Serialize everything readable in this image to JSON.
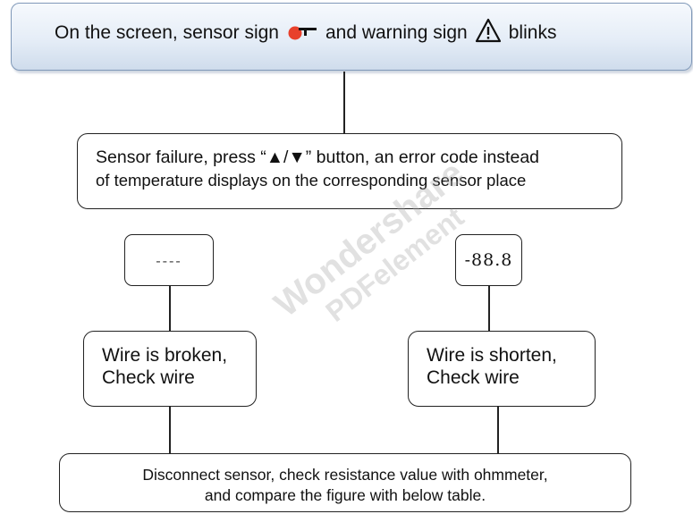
{
  "top": {
    "before_sensor": "On the screen, sensor sign",
    "between": "and warning sign",
    "after_warning": "blinks",
    "sensor_icon": "sensor-icon",
    "warning_icon": "warning-triangle-icon"
  },
  "sensor_failure": {
    "line1": "Sensor failure, press “▲/▼” button, an error code instead",
    "line2": "of temperature displays on the corresponding sensor place"
  },
  "displays": {
    "left": "----",
    "right": "-88.8"
  },
  "wire_left": {
    "line1": "Wire is broken,",
    "line2": "Check wire"
  },
  "wire_right": {
    "line1": "Wire is shorten,",
    "line2": "Check wire"
  },
  "bottom": {
    "line1": "Disconnect sensor, check resistance value with ohmmeter,",
    "line2": "and compare the figure with below table."
  },
  "watermark": {
    "line1": "Wondershare",
    "line2": "PDFelement"
  },
  "colors": {
    "sensor_dot": "#e8412c",
    "top_border": "#7f98b8",
    "top_fill": "#e5edf7"
  }
}
